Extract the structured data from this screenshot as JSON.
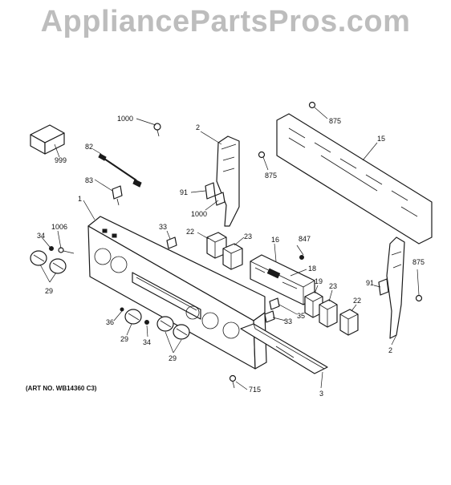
{
  "watermark": "AppliancePartsPros.com",
  "art_number": "(ART NO. WB14360 C3)",
  "callouts": [
    "1000",
    "999",
    "82",
    "83",
    "1",
    "1006",
    "34",
    "29",
    "2",
    "91",
    "1000",
    "875",
    "15",
    "875",
    "33",
    "22",
    "23",
    "16",
    "847",
    "18",
    "19",
    "23",
    "22",
    "35",
    "33",
    "36",
    "29",
    "34",
    "29",
    "875",
    "91",
    "2",
    "715",
    "3"
  ]
}
